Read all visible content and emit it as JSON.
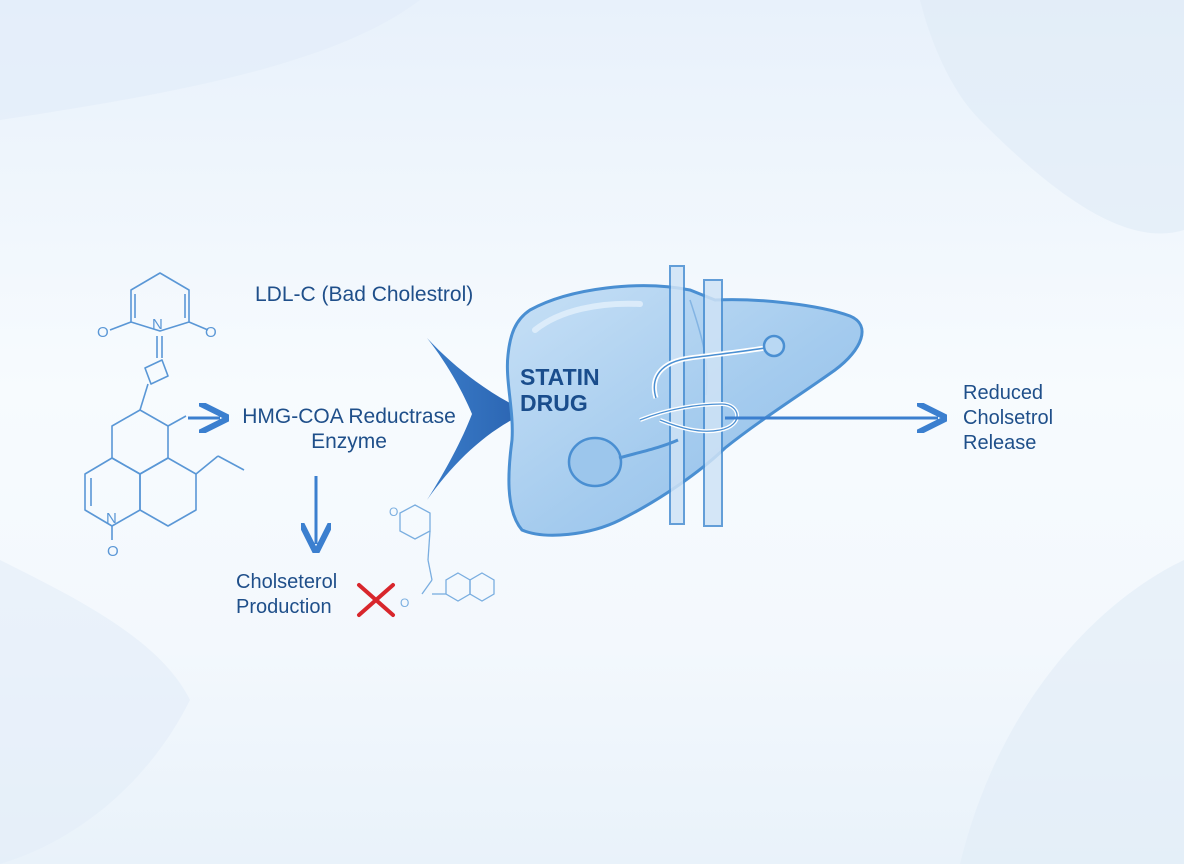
{
  "diagram": {
    "ldl_label": "LDL-C (Bad Cholestrol)",
    "enzyme_label": {
      "line1": "HMG-COA Reductrase",
      "line2": "Enzyme"
    },
    "production_label": {
      "line1": "Cholseterol",
      "line2": "Production"
    },
    "drug_label": {
      "line1": "STATIN",
      "line2": "DRUG"
    },
    "release_label": {
      "line1": "Reduced",
      "line2": "Cholsetrol",
      "line3": "Release"
    },
    "molecule_atoms": {
      "oxygen": "O",
      "nitrogen": "N"
    },
    "icons": [
      "blocked-x-icon",
      "liver-illustration",
      "molecule-structure"
    ]
  },
  "colors": {
    "text": "#1f4f8a",
    "arrow": "#3b7fcf",
    "liver_fill": "#a9cdee",
    "liver_stroke": "#4a8fd2",
    "molecule_stroke": "#5a97d6",
    "block_red": "#d8262c"
  }
}
